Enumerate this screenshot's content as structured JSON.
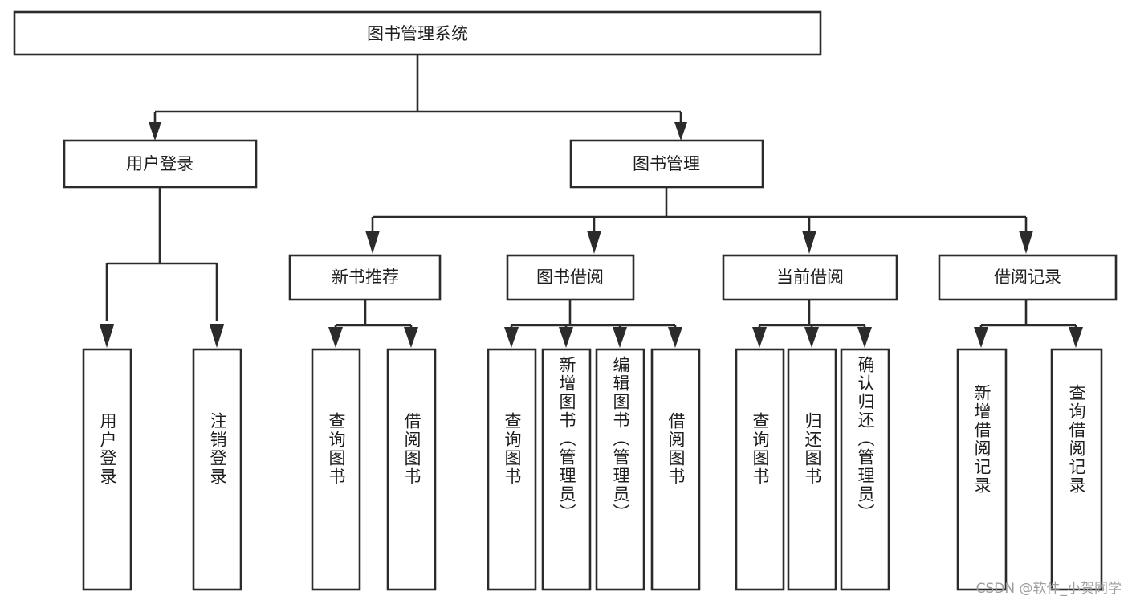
{
  "diagram": {
    "title": "图书管理系统",
    "type": "hierarchy-tree",
    "orientation": "top-down",
    "colors": {
      "box_stroke": "#2b2b2b",
      "box_fill": "#ffffff",
      "connector": "#2b2b2b",
      "text": "#1d1d1d",
      "background": "#ffffff",
      "watermark": "#9d9d9d"
    }
  },
  "watermark": {
    "text": "CSDN @软件_小贺同学"
  },
  "nodes": {
    "root": {
      "label": "图书管理系统"
    },
    "level1": [
      {
        "label": "用户登录"
      },
      {
        "label": "图书管理"
      }
    ],
    "level2": [
      {
        "label": "新书推荐"
      },
      {
        "label": "图书借阅"
      },
      {
        "label": "当前借阅"
      },
      {
        "label": "借阅记录"
      }
    ],
    "leaves_user_login": [
      {
        "label": "用户登录"
      },
      {
        "label": "注销登录"
      }
    ],
    "leaves_new_book": [
      {
        "label": "查询图书"
      },
      {
        "label": "借阅图书"
      }
    ],
    "leaves_borrow": [
      {
        "label": "查询图书"
      },
      {
        "label": "新增图书（管理员）"
      },
      {
        "label": "编辑图书（管理员）"
      },
      {
        "label": "借阅图书"
      }
    ],
    "leaves_current": [
      {
        "label": "查询图书"
      },
      {
        "label": "归还图书"
      },
      {
        "label": "确认归还（管理员）"
      }
    ],
    "leaves_record": [
      {
        "label": "新增借阅记录"
      },
      {
        "label": "查询借阅记录"
      }
    ]
  },
  "chart_data": {
    "type": "tree",
    "title": "图书管理系统",
    "edges": [
      {
        "from": "图书管理系统",
        "to": "用户登录"
      },
      {
        "from": "图书管理系统",
        "to": "图书管理"
      },
      {
        "from": "用户登录",
        "to": "用户登录"
      },
      {
        "from": "用户登录",
        "to": "注销登录"
      },
      {
        "from": "图书管理",
        "to": "新书推荐"
      },
      {
        "from": "图书管理",
        "to": "图书借阅"
      },
      {
        "from": "图书管理",
        "to": "当前借阅"
      },
      {
        "from": "图书管理",
        "to": "借阅记录"
      },
      {
        "from": "新书推荐",
        "to": "查询图书"
      },
      {
        "from": "新书推荐",
        "to": "借阅图书"
      },
      {
        "from": "图书借阅",
        "to": "查询图书"
      },
      {
        "from": "图书借阅",
        "to": "新增图书（管理员）"
      },
      {
        "from": "图书借阅",
        "to": "编辑图书（管理员）"
      },
      {
        "from": "图书借阅",
        "to": "借阅图书"
      },
      {
        "from": "当前借阅",
        "to": "查询图书"
      },
      {
        "from": "当前借阅",
        "to": "归还图书"
      },
      {
        "from": "当前借阅",
        "to": "确认归还（管理员）"
      },
      {
        "from": "借阅记录",
        "to": "新增借阅记录"
      },
      {
        "from": "借阅记录",
        "to": "查询借阅记录"
      }
    ],
    "depth": 4,
    "node_count": 20
  }
}
